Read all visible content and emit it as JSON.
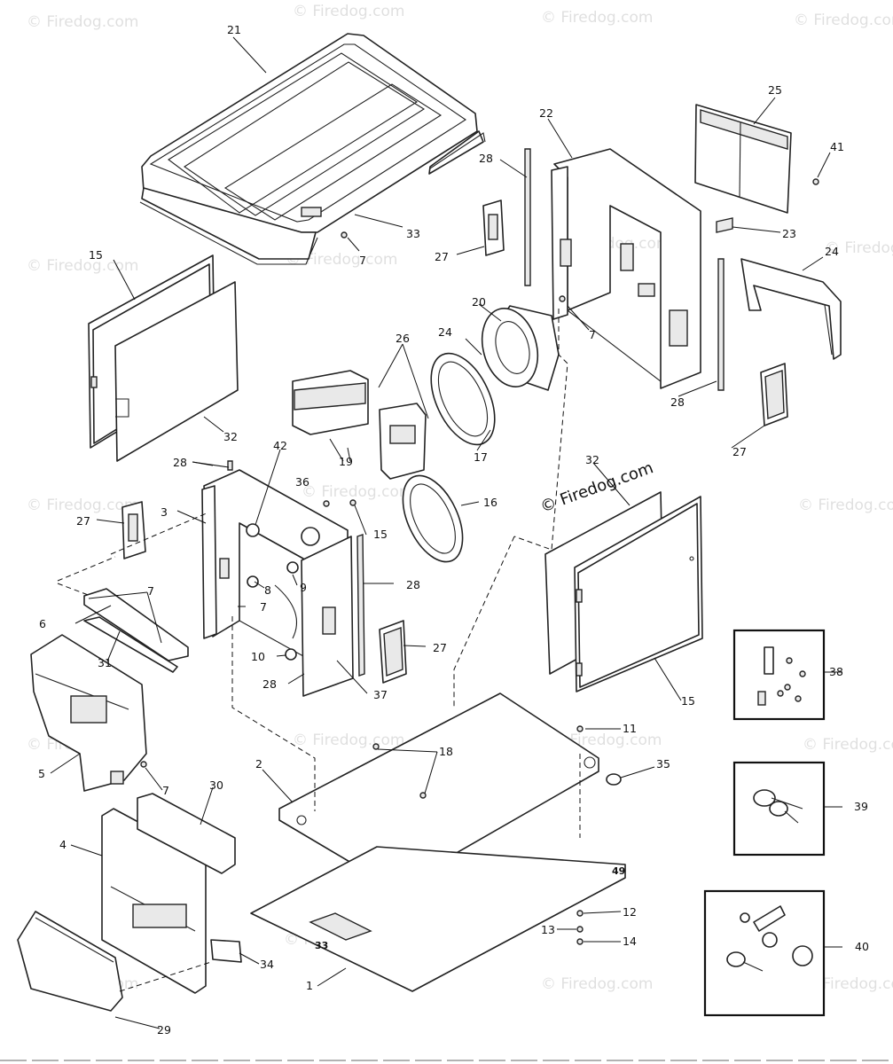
{
  "watermark": "© Firedog.com",
  "callouts": {
    "c1": "1",
    "c2": "2",
    "c3": "3",
    "c4": "4",
    "c5": "5",
    "c6": "6",
    "c7a": "7",
    "c7b": "7",
    "c7c": "7",
    "c7d": "7",
    "c7e": "7",
    "c8": "8",
    "c9": "9",
    "c10": "10",
    "c11": "11",
    "c12": "12",
    "c13": "13",
    "c14": "14",
    "c15a": "15",
    "c15b": "15",
    "c15c": "15",
    "c16": "16",
    "c17": "17",
    "c18": "18",
    "c19": "19",
    "c20": "20",
    "c21": "21",
    "c22": "22",
    "c23": "23",
    "c24a": "24",
    "c24b": "24",
    "c25": "25",
    "c26": "26",
    "c27a": "27",
    "c27b": "27",
    "c27c": "27",
    "c27d": "27",
    "c28a": "28",
    "c28b": "28",
    "c28c": "28",
    "c28d": "28",
    "c28e": "28",
    "c29": "29",
    "c30": "30",
    "c31": "31",
    "c32a": "32",
    "c32b": "32",
    "c33": "33",
    "c34": "34",
    "c35": "35",
    "c36": "36",
    "c37": "37",
    "c38": "38",
    "c39": "39",
    "c40": "40",
    "c41": "41",
    "c42": "42"
  },
  "stamps": {
    "base_front": "33",
    "base_corner": "49"
  }
}
